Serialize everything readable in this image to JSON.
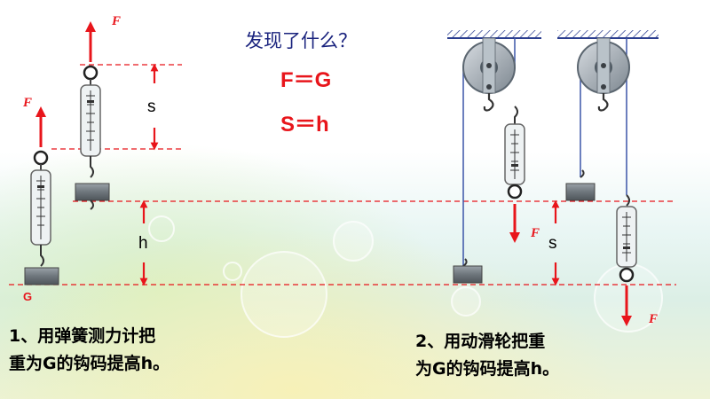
{
  "question": "发现了什么？",
  "equations": [
    "F＝G",
    "S＝h"
  ],
  "labels": {
    "force": "F",
    "weight": "G",
    "distance_s": "s",
    "distance_h": "h"
  },
  "captions": {
    "spring_scale": [
      "1、用弹簧测力计把",
      "重为G的钩码提高h。"
    ],
    "movable_pulley": [
      "2、用动滑轮把重",
      "为G的钩码提高h。"
    ]
  },
  "colors": {
    "accent": "#e8151b",
    "question": "#1a237e",
    "guide_line": "#e8151b"
  }
}
